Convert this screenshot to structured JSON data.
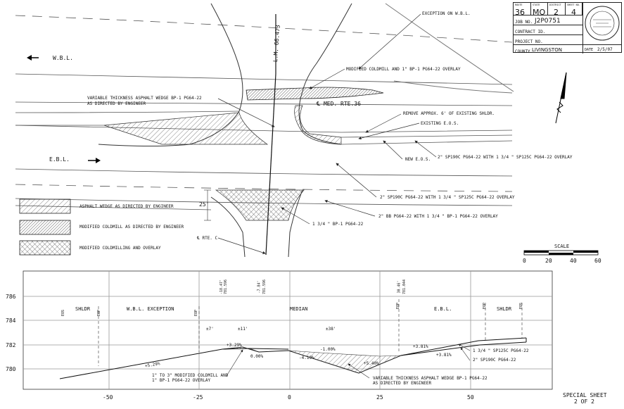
{
  "title_block": {
    "route_label": "ROUTE",
    "route": "36",
    "state_label": "STATE",
    "state": "MO",
    "district_label": "DISTRICT",
    "district": "2",
    "sheet_label": "SHEET NO.",
    "sheet": "4",
    "job_label": "JOB NO.",
    "job": "J2P0751",
    "contract_label": "CONTRACT ID.",
    "project_label": "PROJECT NO.",
    "county_label": "COUNTY",
    "county": "LIVINGSTON",
    "date_label": "DATE",
    "date": "2/5/07"
  },
  "plan": {
    "lm": "L.M. 66.473",
    "wbl": "W.B.L.",
    "ebl": "E.B.L.",
    "exception": "EXCEPTION ON W.B.L.",
    "coldmill_overlay": "MODIFIED COLDMILL AND 1\" BP-1 PG64-22 OVERLAY",
    "wedge_note_1": "VARIABLE THICKNESS ASPHALT WEDGE BP-1 PG64-22",
    "wedge_note_2": "AS DIRECTED BY ENGINEER",
    "med_rte": "℄ MED. RTE.36",
    "remove": "REMOVE APPROX. 6' OF EXISTING SHLDR.",
    "existing_eos": "EXISTING E.O.S.",
    "new_eos": "NEW E.O.S.",
    "overlay_1": "2\" SP190C PG64-22 WITH 1 3/4 \" SP125C PG64-22 OVERLAY",
    "overlay_2": "2\" SP190C PG64-22 WITH 1 3/4 \" SP125C PG64-22 OVERLAY",
    "overlay_3": "2\" BB PG64-22 WITH 1 3/4 \" BP-1 PG64-22 OVERLAY",
    "bp1": "1 3/4 \" BP-1 PG64-22",
    "dim_25": "25'",
    "rte_c": "℄ RTE. C"
  },
  "legend": [
    {
      "label": "ASPHALT WEDGE AS DIRECTED BY ENGINEER"
    },
    {
      "label": "MODIFIED COLDMILL AS DIRECTED BY ENGINEER"
    },
    {
      "label": "MODIFIED COLDMILLING AND OVERLAY"
    }
  ],
  "scale": {
    "label": "SCALE",
    "ticks": [
      "0",
      "20",
      "40",
      "60"
    ]
  },
  "profile": {
    "y_ticks": [
      "786",
      "784",
      "782",
      "780"
    ],
    "x_ticks": [
      "-50",
      "-25",
      "0",
      "25",
      "50"
    ],
    "shldr_l": "SHLDR",
    "wbl_exc": "W.B.L. EXCEPTION",
    "median": "MEDIAN",
    "ebl": "E.B.L.",
    "shldr_r": "SHLDR",
    "eos": "EOS",
    "eop": "EOP",
    "sta1": "-18.47'",
    "sta1b": "781.596",
    "sta2": "-7.84'",
    "sta2b": "781.596",
    "sta3": "30.46'",
    "sta3b": "781.044",
    "dim_7": "±7'",
    "dim_11": "±11'",
    "dim_38": "±38'",
    "s1": "+5.29%",
    "s2": "+3.29%",
    "s3": "0.00%",
    "s4": "-1.00%",
    "s5": "-4.19%",
    "s6": "+5.40%",
    "s7": "+3.81%",
    "s8": "+3.81%",
    "note_l1": "1\" TO 3\" MODIFIED COLDMILL AND",
    "note_l2": "1\" BP-1 PG64-22 OVERLAY",
    "note_c1": "VARIABLE THICKNESS ASPHALT WEDGE BP-1 PG64-22",
    "note_c2": "AS DIRECTED BY ENGINEER",
    "note_r1": "1 3/4 \" SP125C PG64-22",
    "note_r2": "2\" SP190C PG64-22"
  },
  "sheet_label": {
    "line1": "SPECIAL SHEET",
    "line2": "2 OF 2"
  }
}
